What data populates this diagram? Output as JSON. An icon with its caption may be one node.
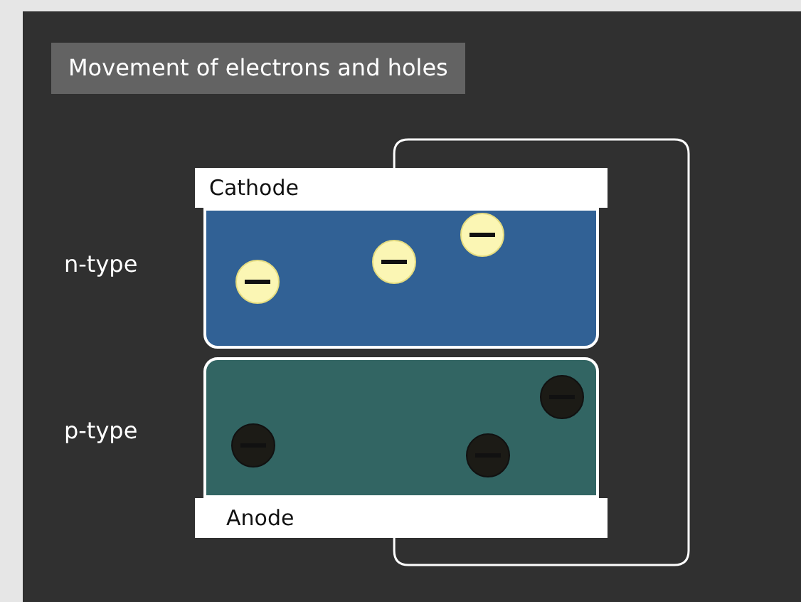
{
  "diagram": {
    "title": "Movement of electrons and holes",
    "nodes": [
      {
        "text": [
          "Cathode"
        ]
      },
      {
        "text": [],
        "shape": "box",
        "beside": [
          "n-type"
        ]
      },
      {
        "text": [],
        "shape": "box",
        "beside": [
          "p-type"
        ]
      },
      {
        "text": [
          "Anode"
        ]
      }
    ],
    "edges": [
      {
        "from": 0,
        "to": 3,
        "arrow": "none"
      }
    ]
  }
}
